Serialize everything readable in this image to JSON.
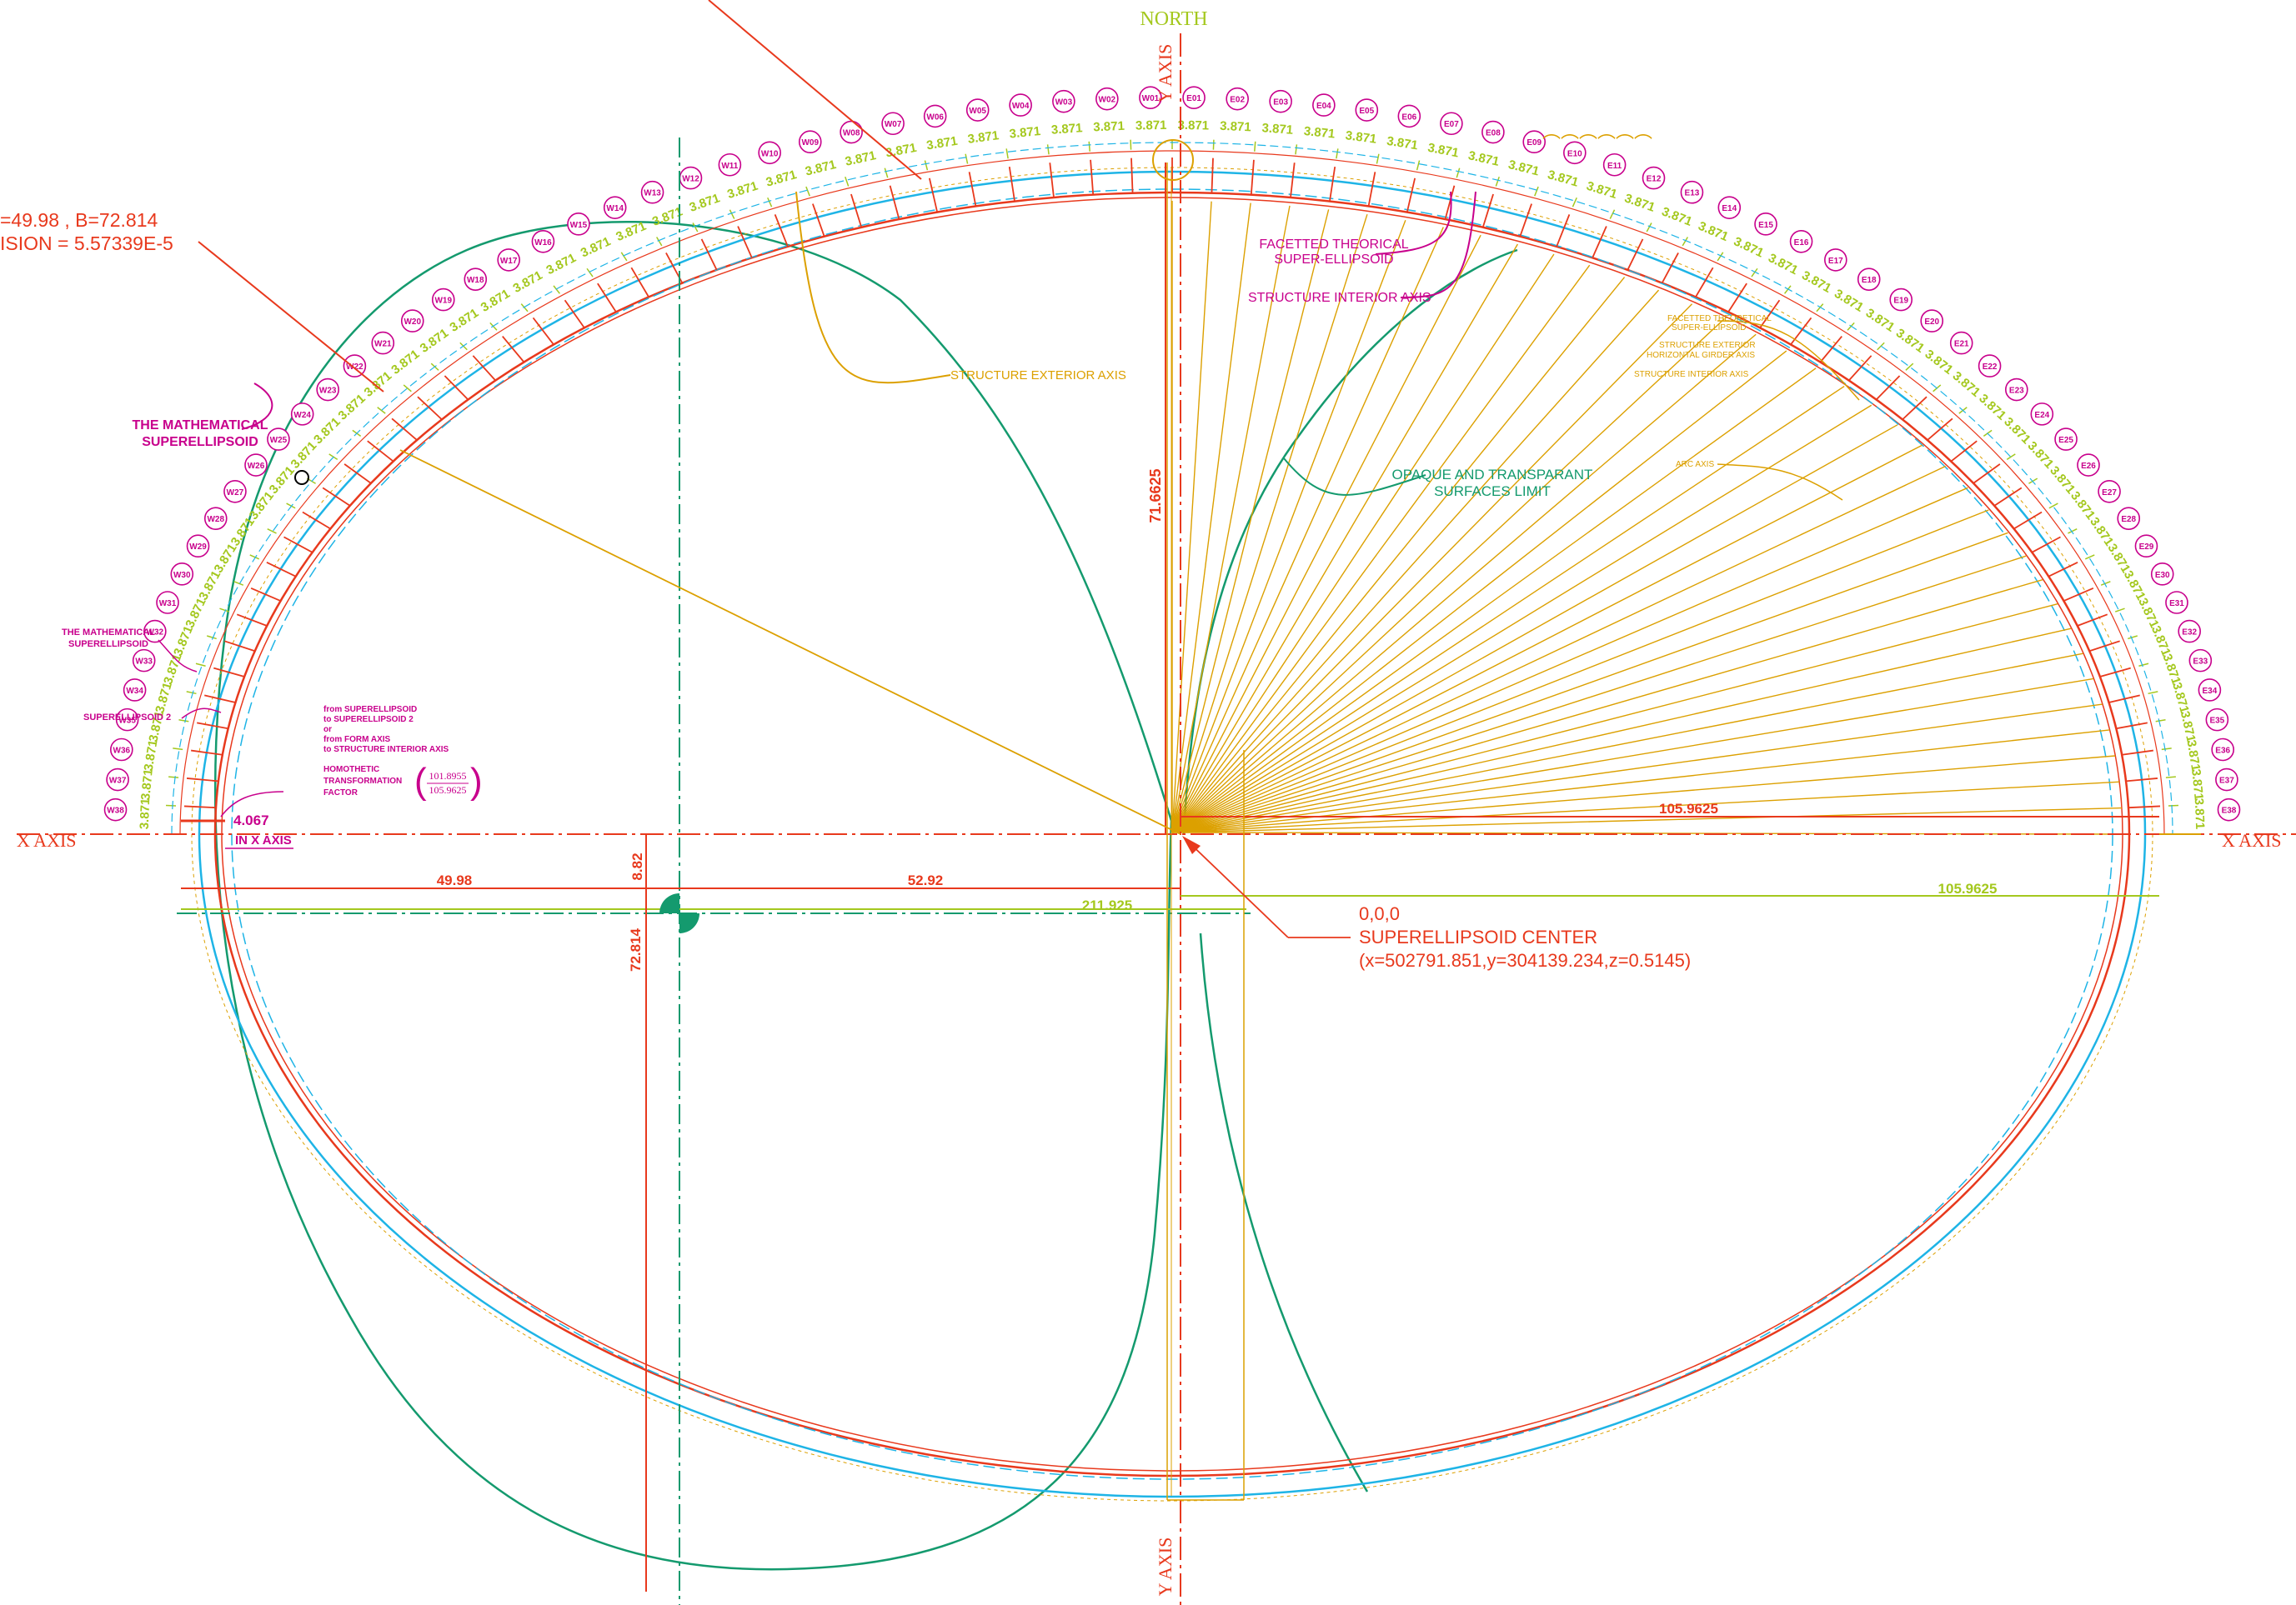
{
  "labels": {
    "north": "NORTH",
    "y_axis_top": "Y AXIS",
    "y_axis_bottom": "Y AXIS",
    "x_axis_left": "X AXIS",
    "x_axis_right": "X AXIS",
    "params_line1": "=49.98 , B=72.814",
    "params_line2": "ISION = 5.57339E-5",
    "math_superellipsoid_line1": "THE MATHEMATICAL",
    "math_superellipsoid_line2": "SUPERELLIPSOID",
    "math_superellipsoid_small_line1": "THE MATHEMATICAL",
    "math_superellipsoid_small_line2": "SUPERELLIPSOID",
    "superellipsoid_2": "SUPERELLIPSOID 2",
    "from_line1": "from SUPERELLIPSOID",
    "from_line2": "to SUPERELLIPSOID 2",
    "from_line3": "or",
    "from_line4": "from FORM AXIS",
    "from_line5": "to STRUCTURE INTERIOR AXIS",
    "homothetic_line1": "HOMOTHETIC",
    "homothetic_line2": "TRANSFORMATION",
    "homothetic_line3": "FACTOR",
    "factor_numerator": "101.8955",
    "factor_denominator": "105.9625",
    "offset_value": "4.067",
    "offset_caption": "IN X AXIS",
    "structure_exterior_axis": "STRUCTURE EXTERIOR AXIS",
    "facetted_line1": "FACETTED THEORICAL",
    "facetted_line2": "SUPER-ELLIPSOID",
    "structure_interior_axis": "STRUCTURE INTERIOR AXIS",
    "small_facetted_line1": "FACETTED THEORETICAL",
    "small_facetted_line2": "SUPER-ELLIPSOID",
    "small_exterior_line1": "STRUCTURE EXTERIOR",
    "small_exterior_line2": "HORIZONTAL GIRDER AXIS",
    "small_interior": "STRUCTURE INTERIOR AXIS",
    "arc_axis": "ARC AXIS",
    "opaque_line1": "OPAQUE AND TRANSPARANT",
    "opaque_line2": "SURFACES LIMIT",
    "center_coords_short": "0,0,0",
    "center_title": "SUPERELLIPSOID CENTER",
    "center_coords": "(x=502791.851,y=304139.234,z=0.5145)"
  },
  "dimensions": {
    "height_north": "71.6625",
    "half_width_right": "105.9625",
    "dim_49_98": "49.98",
    "dim_52_92": "52.92",
    "dim_8_82": "8.82",
    "dim_72_814": "72.814",
    "dim_211_925": "211.925",
    "dim_105_9625_low": "105.9625",
    "segment_length": "3.871"
  },
  "segment_labels": {
    "west": [
      "W01",
      "W02",
      "W03",
      "W04",
      "W05",
      "W06",
      "W07",
      "W08",
      "W09",
      "W10",
      "W11",
      "W12",
      "W13",
      "W14",
      "W15",
      "W16",
      "W17",
      "W18",
      "W19",
      "W20",
      "W21",
      "W22",
      "W23",
      "W24",
      "W25",
      "W26",
      "W27",
      "W28",
      "W29",
      "W30",
      "W31",
      "W32",
      "W33",
      "W34",
      "W35",
      "W36",
      "W37",
      "W38"
    ],
    "east": [
      "E01",
      "E02",
      "E03",
      "E04",
      "E05",
      "E06",
      "E07",
      "E08",
      "E09",
      "E10",
      "E11",
      "E12",
      "E13",
      "E14",
      "E15",
      "E16",
      "E17",
      "E18",
      "E19",
      "E20",
      "E21",
      "E22",
      "E23",
      "E24",
      "E25",
      "E26",
      "E27",
      "E28",
      "E29",
      "E30",
      "E31",
      "E32",
      "E33",
      "E34",
      "E35",
      "E36",
      "E37",
      "E38"
    ]
  },
  "colors": {
    "red": "#e8391d",
    "cyan": "#1eb4e6",
    "green": "#149a6e",
    "orange": "#dca000",
    "yellowgreen": "#a4c81e",
    "magenta": "#c8008c"
  }
}
